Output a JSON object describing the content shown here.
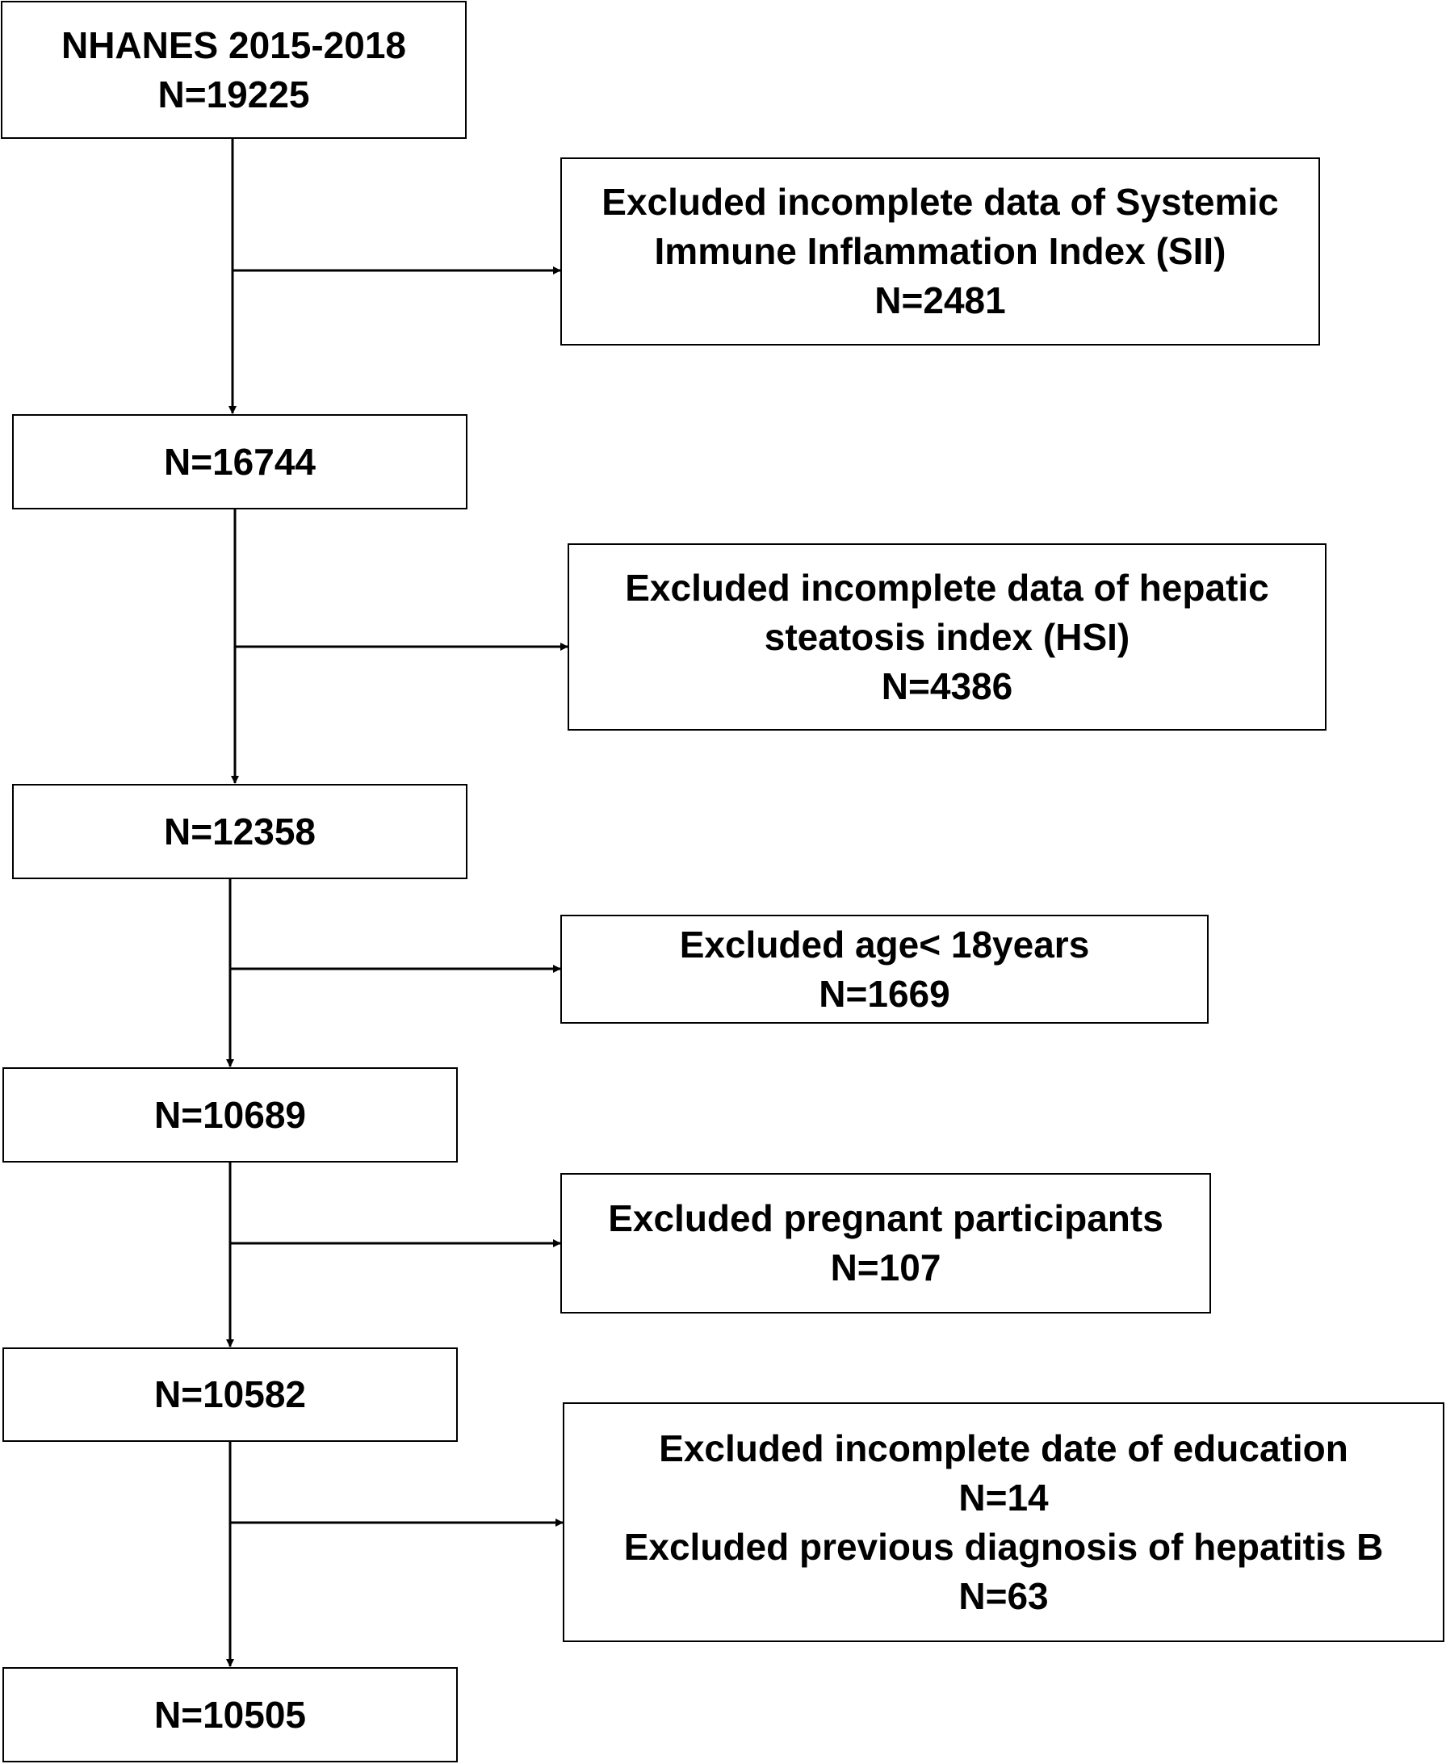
{
  "main_flow": {
    "start": {
      "title": "NHANES 2015-2018",
      "count": "N=19225"
    },
    "step1": {
      "count": "N=16744"
    },
    "step2": {
      "count": "N=12358"
    },
    "step3": {
      "count": "N=10689"
    },
    "step4": {
      "count": "N=10582"
    },
    "final": {
      "count": "N=10505"
    }
  },
  "exclusions": {
    "sii": {
      "line1": "Excluded incomplete data of Systemic",
      "line2": "Immune Inflammation  Index (SII)",
      "count": "N=2481"
    },
    "hsi": {
      "line1": "Excluded incomplete data of hepatic",
      "line2": "steatosis index (HSI)",
      "count": "N=4386"
    },
    "age": {
      "line1": "Excluded age< 18years",
      "count": "N=1669"
    },
    "pregnant": {
      "line1": "Excluded pregnant participants",
      "count": "N=107"
    },
    "education_hepb": {
      "line1": "Excluded incomplete date of education",
      "count1": "N=14",
      "line2": "Excluded previous diagnosis of hepatitis B",
      "count2": "N=63"
    }
  }
}
